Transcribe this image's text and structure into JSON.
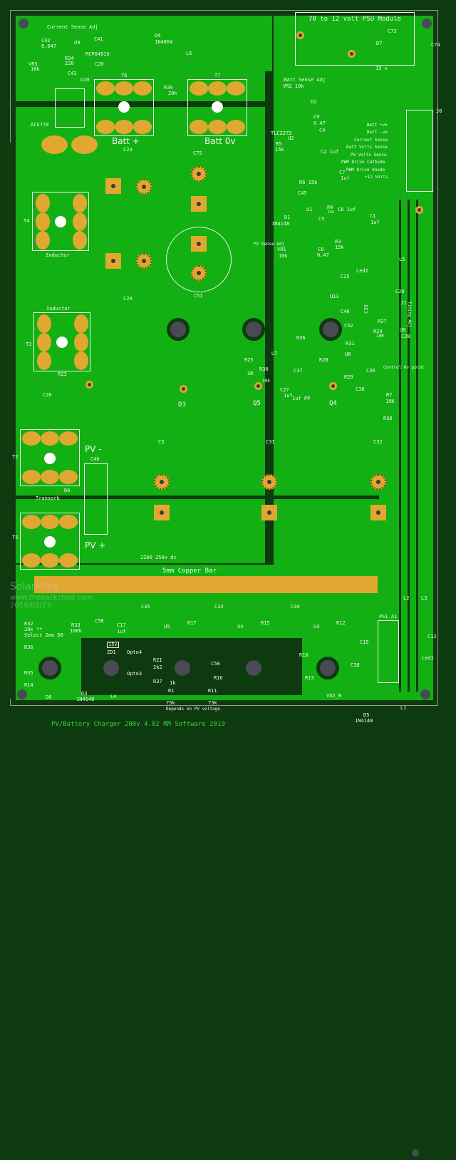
{
  "board": {
    "title": "PV/Battery Charger 200v 4.02 RM Software 2019",
    "watermark": {
      "name": "SolarMike",
      "site": "www.thebackshed.com",
      "date": "2019/02/23"
    },
    "colors": {
      "copper": "#12b012",
      "background": "#0e3a10",
      "pad": "#e0a830",
      "silk": "#f0f0f0"
    }
  },
  "labels": {
    "current_sense_adj": "Current Sense Adj",
    "c42": "C42",
    "c42v": "0.047",
    "u9": "U9",
    "c41": "C41",
    "mcp": "MCP6401U",
    "vr3": "VR3",
    "vr3v": "10k",
    "r34": "R34",
    "r34v": "220",
    "c20": "C20",
    "c43": "C43",
    "u10": "U10",
    "acs770": "ACS770",
    "d4": "D4",
    "d4v": "1N4004",
    "l6": "L6",
    "r39": "R39",
    "r39v": "20k",
    "t6": "T6",
    "t7": "T7",
    "batt_plus": "Batt +",
    "batt_0v": "Batt 0v",
    "c23": "C23",
    "c75": "C75",
    "psu": "70 to 12 volt PSU Module",
    "c73": "C73",
    "d7": "D7",
    "d7v": "15 v",
    "c74": "C74",
    "batt_sense_adj": "Batt Sense Adj",
    "vr2": "VR2  10k",
    "d2": "D2",
    "c9": "C9",
    "c9v": "0.47",
    "c4": "C4",
    "tlc": "TLC2272",
    "u2": "U2",
    "r5": "R5",
    "r5v": "15k",
    "c2": "C2 1uf",
    "c7": "C7",
    "c7v": "1uf",
    "r6": "R6  15k",
    "j6": "J6",
    "batt_pve": "Batt +ve",
    "batt_nve": "Batt -ve",
    "current_sense": "Current Sense",
    "batt_volts": "Batt Volts Sense",
    "pv_volts": "PV Volts Sense",
    "pwm_cathode": "PWM Drive Cathode",
    "pwm_anode": "PWM Drive Anode",
    "v12": "+12 Volts",
    "c45": "C45",
    "u1": "U1",
    "d1": "D1",
    "d1v": "1N4148",
    "c5": "C5",
    "r4": "R4",
    "r4v": "15k",
    "c6": "C6 1uf",
    "c1": "C1",
    "c1v": "1uf",
    "pv_sense_adj": "PV Sense Adj",
    "vr1": "VR1",
    "vr1v": "10k",
    "c8": "C8",
    "c8v": "0.47",
    "r3": "R3",
    "r3v": "15k",
    "l5": "L5",
    "led2": "Led2",
    "c25": "C25",
    "c29": "C29",
    "u13": "U13",
    "c39": "C39",
    "c40": "C40",
    "j1": "J1",
    "timing_adj": "Timing Adj",
    "c52": "C52",
    "r27": "R27",
    "r24": "R24",
    "r24v": "10R",
    "u6": "U6",
    "c28": "C28",
    "r31": "R31",
    "control_0v": "Control 0v point",
    "r7": "R7",
    "r7v": "10K",
    "r38": "R38",
    "r26": "R26",
    "r25": "R25",
    "r25v": "3R",
    "r30": "R30",
    "r30v": "10k",
    "u7": "U7",
    "c37": "C37",
    "c27": "C27",
    "c27v": "1uf",
    "pp": "1uf PP",
    "r28": "R28",
    "u8": "U8",
    "r29": "R29",
    "c30": "C30",
    "c36": "C36",
    "q5": "Q5",
    "q4": "Q4",
    "d3": "D3",
    "c24": "C24",
    "c51": "C51",
    "inductor1": "Inductor",
    "inductor2": "Inductor",
    "t4": "T4",
    "t3": "T3",
    "r23": "R23",
    "c26": "C26",
    "t2": "T2",
    "pv_minus": "PV -",
    "c46": "C46",
    "c3": "C3",
    "c31": "C31",
    "c32": "C32",
    "d6": "D6",
    "transorb": "Transorb",
    "t5": "T5",
    "pv_plus": "PV +",
    "cap_spec": "2200 250v dc",
    "copper_bar": "5mm Copper Bar",
    "r32": "R32",
    "r32v": "20k **",
    "select": "Select 2ma D8",
    "r33": "R33",
    "r33v": "100k",
    "c58": "C58",
    "c17": "C17",
    "c17v": "1uf",
    "c35": "C35",
    "u5": "U5",
    "r17": "R17",
    "c33": "C33",
    "u4": "U4",
    "r15": "R15",
    "c34": "C34",
    "u3": "U3",
    "r12": "R12",
    "zd_v": "15v",
    "zd1": "ZD1",
    "opto4": "Opto4",
    "r21": "R21",
    "r21v": "2k2",
    "c50": "C50",
    "c15": "C15",
    "r10": "R10",
    "r36": "R36",
    "r35": "R35",
    "r14": "R14",
    "d8": "D8",
    "d3b": "D3",
    "d3bv": "1N4148",
    "opto3": "Opto3",
    "r37": "R37",
    "r37v": "1k",
    "r16": "R16",
    "r13": "R13",
    "l4": "L4",
    "r1": "R1",
    "r1v": "75k",
    "r11": "R11",
    "r11v": "75k",
    "depends": "Depends on PV voltage",
    "vo2b": "VO2_B",
    "d5": "D5",
    "d5v": "1N4148",
    "l1": "L1",
    "ps1": "PS1_A1",
    "l2": "L2",
    "l3": "L3",
    "c12": "C12",
    "led1": "Led1",
    "c38": "C38"
  }
}
